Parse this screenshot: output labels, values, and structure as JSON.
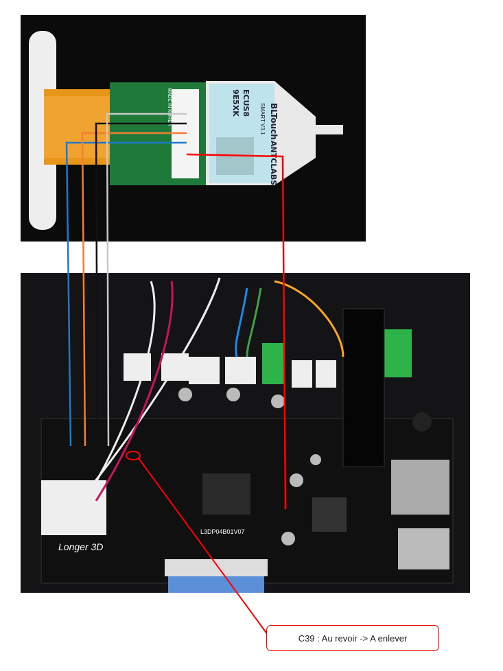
{
  "probe": {
    "brand": "BLTouch",
    "maker": "ANTCLABS",
    "model": "SMART V3.1",
    "code1": "9E5XK",
    "code2": "ECUS8",
    "origin": "MADE IN KOREA"
  },
  "board": {
    "brand": "Longer 3D",
    "part": "L3DP04B01V07"
  },
  "callout": {
    "text": "C39 : Au revoir -> A enlever"
  },
  "colors": {
    "wire_blue": "#1f78c8",
    "wire_orange": "#f08030",
    "wire_black": "#111111",
    "wire_grey": "#c8c8c8",
    "wire_red": "#ff0000",
    "pcb_green": "#1f7a3a"
  }
}
